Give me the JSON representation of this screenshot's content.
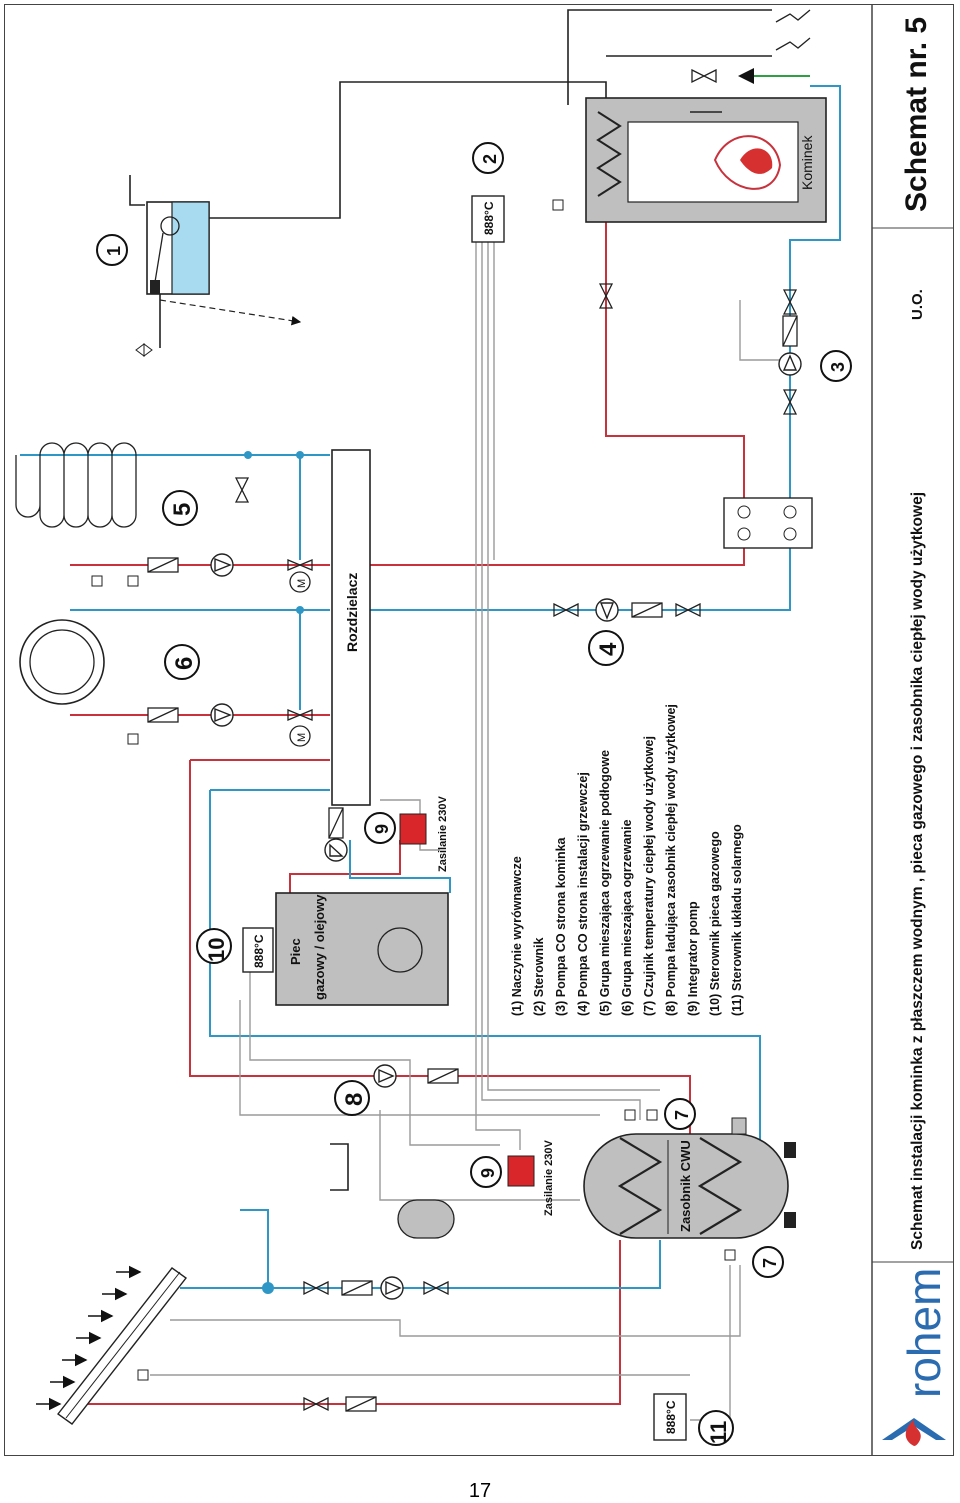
{
  "title": {
    "main": "Schemat instalacji kominka z płaszczem wodnym , pieca gazowego i zasobnika ciepłej wody użytkowej",
    "suffix": "U.O.",
    "scheme": "Schemat nr. 5"
  },
  "brand": {
    "logo_text": "rohem"
  },
  "labels": {
    "kominek": "Kominek",
    "rozdzielacz": "Rozdzielacz",
    "piec_line1": "Piec",
    "piec_line2": "gazowy / olejowy",
    "zasobnik": "Zasobnik CWU",
    "zasilanie_1": "Zasilanie 230V",
    "zasilanie_2": "Zasilanie 230V",
    "display_2": "888°C",
    "display_10": "888°C",
    "display_11": "888°C",
    "motor": "M"
  },
  "numbers": {
    "n1": "1",
    "n2": "2",
    "n3": "3",
    "n4": "4",
    "n5": "5",
    "n6": "6",
    "n7a": "7",
    "n7b": "7",
    "n8": "8",
    "n9a": "9",
    "n9b": "9",
    "n10": "10",
    "n11": "11"
  },
  "legend": [
    "(1) Naczynie wyrównawcze",
    "(2) Sterownik",
    "(3) Pompa CO strona kominka",
    "(4) Pompa CO strona instalacji grzewczej",
    "(5) Grupa mieszająca ogrzewanie podłogowe",
    "(6) Grupa mieszająca ogrzewanie",
    "(7) Czujnik temperatury ciepłej wody użytkowej",
    "(8) Pompa ładująca zasobnik ciepłej wody użytkowej",
    "(9) Integrator pomp",
    "(10) Sterownik pieca gazowego",
    "(11) Sterownik układu solarnego"
  ],
  "page_number": "17",
  "colors": {
    "hot": "#c8323c",
    "cold": "#2f97c6",
    "signal": "#9a9a9a",
    "green": "#2ea043",
    "outline": "#222222",
    "logo_blue": "#2b6cb0",
    "logo_red": "#d63031"
  }
}
